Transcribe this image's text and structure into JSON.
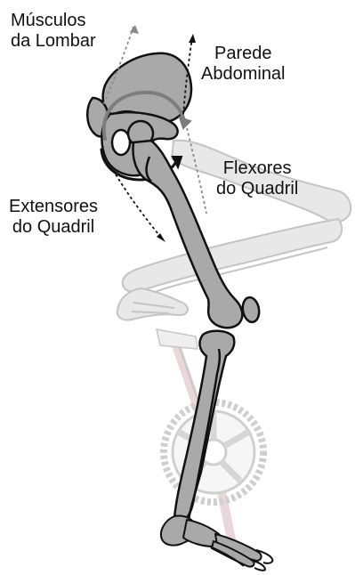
{
  "labels": {
    "lumbar": [
      "Músculos",
      "da Lombar"
    ],
    "abdominal": [
      "Parede",
      "Abdominal"
    ],
    "hip_flexors": [
      "Flexores",
      "do Quadril"
    ],
    "hip_extensors": [
      "Extensores",
      "do Quadril"
    ]
  },
  "colors": {
    "front_bone": "#a9a9a9",
    "back_bone": "#e6e6e6",
    "bone_outline": "#111111",
    "ghost_outline": "#c4c4c4",
    "rotation_arrow": "#7d7d7d",
    "muscle_line_dark": "#111111",
    "muscle_line_light": "#8a8a8a"
  }
}
